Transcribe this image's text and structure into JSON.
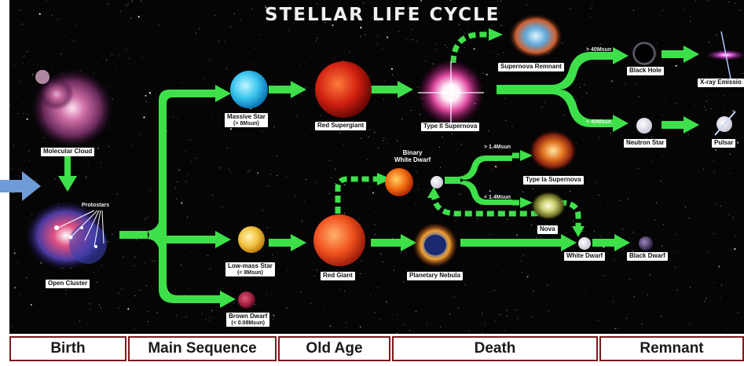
{
  "title": "STELLAR LIFE CYCLE",
  "objects": {
    "molecular_cloud": "Molecular Cloud",
    "protostars": "Protostars",
    "open_cluster": "Open Cluster",
    "massive_star": "Massive Star",
    "massive_star_mass": "(> 8Msun)",
    "low_mass_star": "Low-mass Star",
    "low_mass_star_mass": "(< 8Msun)",
    "brown_dwarf": "Brown Dwarf",
    "brown_dwarf_mass": "(< 0.08Msun)",
    "red_supergiant": "Red Supergiant",
    "red_giant": "Red Giant",
    "binary_white_dwarf_line1": "Binary",
    "binary_white_dwarf_line2": "White Dwarf",
    "type_ii_supernova": "Type II Supernova",
    "supernova_remnant": "Supernova Remnant",
    "planetary_nebula": "Planetary Nebula",
    "type_ia_supernova": "Type Ia Supernova",
    "nova": "Nova",
    "white_dwarf": "White Dwarf",
    "black_dwarf": "Black Dwarf",
    "black_hole": "Black Hole",
    "xray_emission": "X-ray Emissio",
    "neutron_star": "Neutron Star",
    "pulsar": "Pulsar"
  },
  "branch_labels": {
    "gt_40": "> 40Msun",
    "lt_40": "< 40Msun",
    "gt_14": "> 1.4Msun",
    "lt_14": "< 1.4Msun"
  },
  "stages": [
    "Birth",
    "Main Sequence",
    "Old Age",
    "Death",
    "Remnant"
  ],
  "colors": {
    "arrow": "#3ee04a",
    "space": "#050505",
    "stage_border": "#7a1c1c",
    "pointer": "#6f9bd6"
  }
}
